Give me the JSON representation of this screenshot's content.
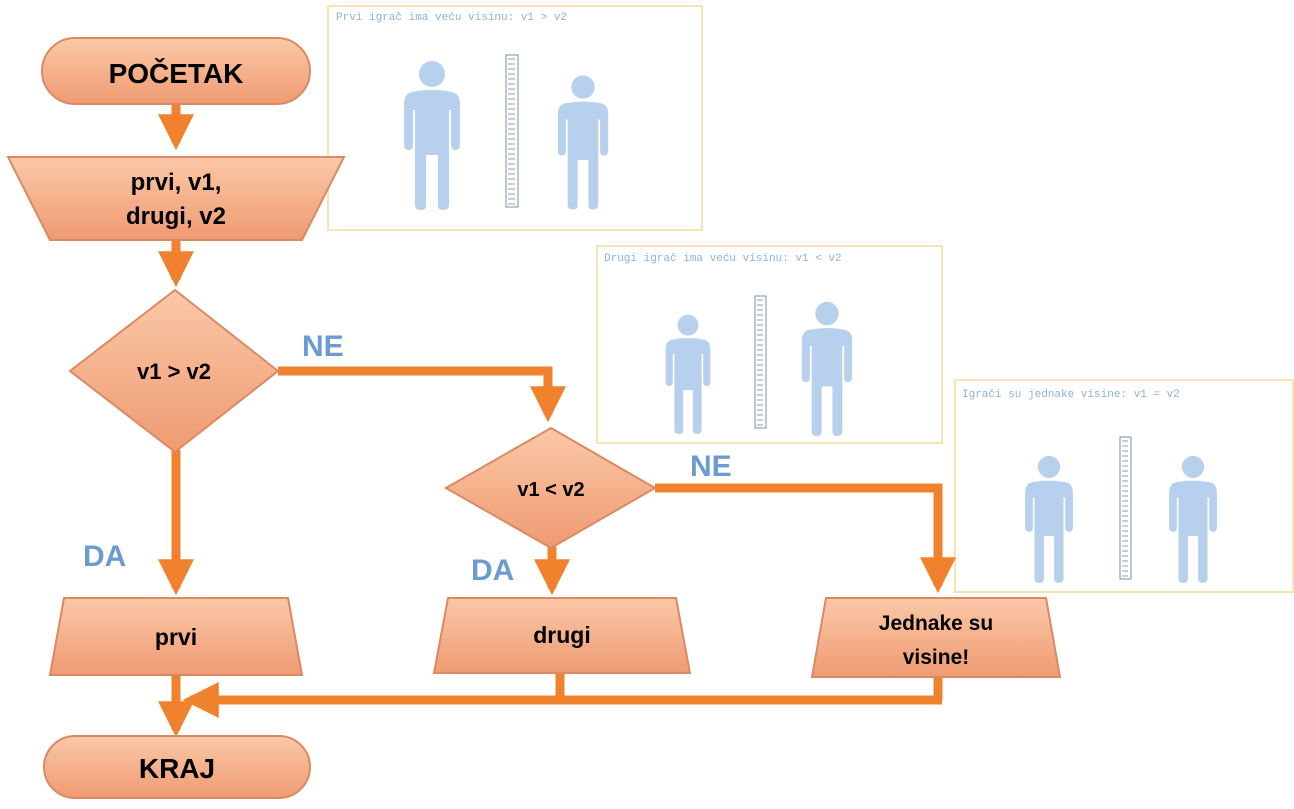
{
  "colors": {
    "shape_fill_top": "#fbc8a8",
    "shape_fill_bottom": "#ef9b72",
    "shape_stroke": "#d98a63",
    "arrow": "#f0822e",
    "edge_label": "#6b9bd1",
    "figure": "#b7d0ee",
    "panel_border": "#f8e3b3"
  },
  "nodes": {
    "start": "POČETAK",
    "input": [
      "prvi, v1,",
      "drugi, v2"
    ],
    "decision1": "v1 > v2",
    "decision2": "v1 < v2",
    "out_first": "prvi",
    "out_second": "drugi",
    "out_equal": [
      "Jednake su",
      "visine!"
    ],
    "end": "KRAJ"
  },
  "edge_labels": {
    "d1_no": "NE",
    "d1_yes": "DA",
    "d2_no": "NE",
    "d2_yes": "DA"
  },
  "panels": {
    "first_taller": "Prvi igrač ima veću visinu: v1 > v2",
    "second_taller": "Drugi igrač ima veću visinu: v1 < v2",
    "equal": "Igrači su jednake visine: v1 = v2"
  }
}
